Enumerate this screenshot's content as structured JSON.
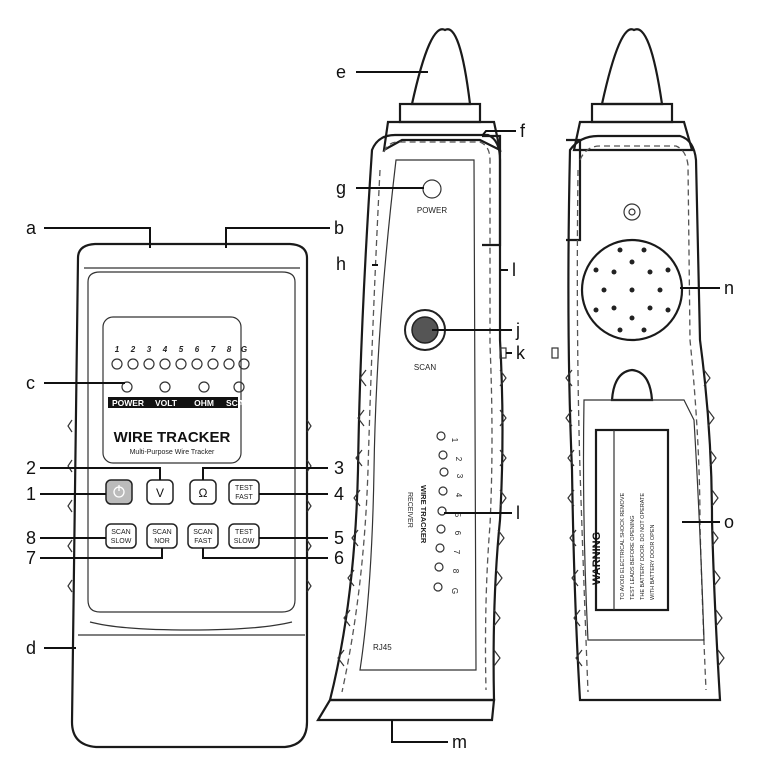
{
  "callouts": {
    "a": "a",
    "b": "b",
    "c": "c",
    "d": "d",
    "e": "e",
    "f": "f",
    "g": "g",
    "h": "h",
    "l_top": "l",
    "j": "j",
    "k": "k",
    "l_mid": "l",
    "m": "m",
    "n": "n",
    "o": "o",
    "n1": "1",
    "n2": "2",
    "n3": "3",
    "n4": "4",
    "n5": "5",
    "n6": "6",
    "n7": "7",
    "n8": "8"
  },
  "transmitter": {
    "channel_numbers": [
      "1",
      "2",
      "3",
      "4",
      "5",
      "6",
      "7",
      "8",
      "G"
    ],
    "modes": [
      "POWER",
      "VOLT",
      "OHM",
      "SCAN"
    ],
    "title": "WIRE TRACKER",
    "subtitle": "Multi-Purpose Wire Tracker",
    "buttons": {
      "volt": "V",
      "ohm": "Ω",
      "test_fast_1": "TEST",
      "test_fast_2": "FAST",
      "scan_slow_1": "SCAN",
      "scan_slow_2": "SLOW",
      "scan_nor_1": "SCAN",
      "scan_nor_2": "NOR",
      "scan_fast_1": "SCAN",
      "scan_fast_2": "FAST",
      "test_slow_1": "TEST",
      "test_slow_2": "SLOW"
    }
  },
  "receiver": {
    "power_label": "POWER",
    "scan_label": "SCAN",
    "side_label_1": "WIRE TRACKER",
    "side_label_2": "RECEIVER",
    "pin_numbers": [
      "1",
      "2",
      "3",
      "4",
      "5",
      "6",
      "7",
      "8",
      "G"
    ],
    "port_label": "RJ45"
  },
  "back": {
    "warning_title": "WARNING",
    "warning_line_1": "TO AVOID ELECTRICAL SHOCK REMOVE",
    "warning_line_2": "TEST LEADS BEFORE OPENING",
    "warning_line_3": "THE BATTERY DOOR. DO NOT OPERATE",
    "warning_line_4": "WITH BATTERY DOOR OPEN"
  }
}
